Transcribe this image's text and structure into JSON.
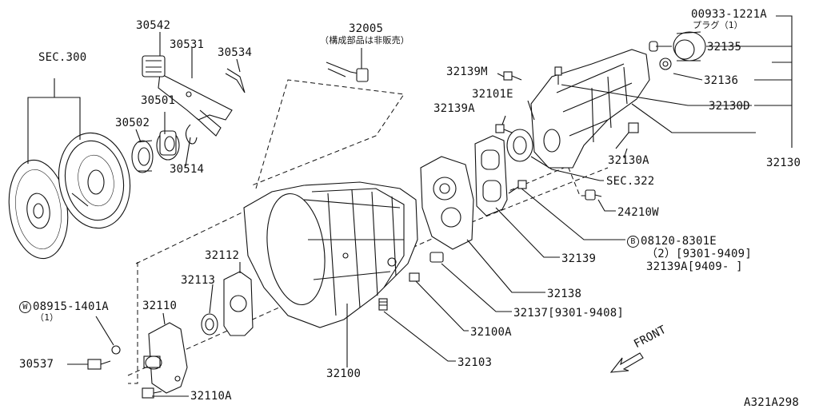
{
  "diagram_id": "A321A298",
  "front_label": "FRONT",
  "labels": {
    "sec300": "SEC.300",
    "p30542": "30542",
    "p30531": "30531",
    "p30534": "30534",
    "p30501": "30501",
    "p30502": "30502",
    "p30514": "30514",
    "p32005": "32005",
    "p32005_note": "（構成部品は非販売）",
    "p00933": "00933-1221A",
    "p00933_note": "プラグ（1）",
    "p32135": "32135",
    "p32136": "32136",
    "p32139m": "32139M",
    "p32101e": "32101E",
    "p32139a": "32139A",
    "p32130d": "32130D",
    "p32130a": "32130A",
    "p32130": "32130",
    "sec322": "SEC.322",
    "p24210w": "24210W",
    "b_mark": "B",
    "p08120": "08120-8301E",
    "p08120_qty": "（2）[9301-9409]",
    "p08120_alt": "32139A[9409-     ]",
    "p32139": "32139",
    "p32138": "32138",
    "p32137": "32137[9301-9408]",
    "p32100a": "32100A",
    "p32103": "32103",
    "p32100": "32100",
    "p32112": "32112",
    "p32113": "32113",
    "w_mark": "W",
    "p08915": "08915-1401A",
    "p08915_qty": "（1）",
    "p32110": "32110",
    "p30537": "30537",
    "p32110a": "32110A"
  },
  "colors": {
    "line": "#111111",
    "background": "#ffffff"
  }
}
